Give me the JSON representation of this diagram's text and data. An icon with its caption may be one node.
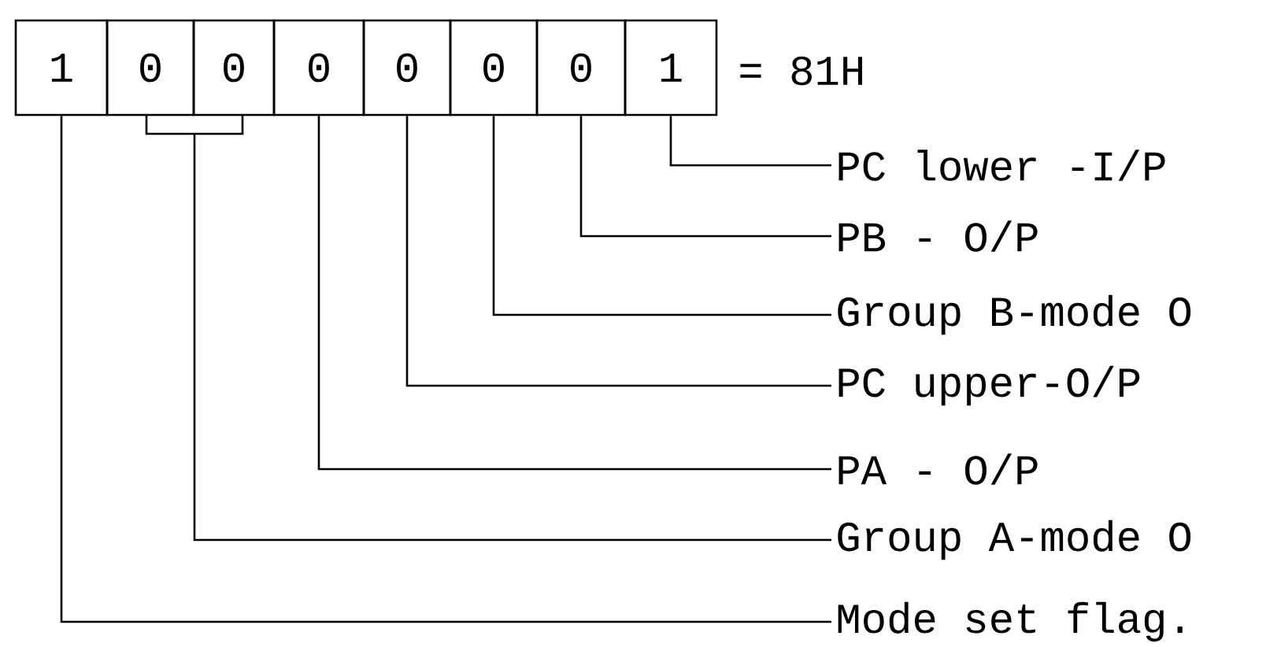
{
  "diagram": {
    "nodes": [
      {
        "text": [
          "1"
        ]
      },
      {
        "text": [
          "0"
        ]
      },
      {
        "text": [
          "0"
        ]
      },
      {
        "text": [
          "0"
        ]
      },
      {
        "text": [
          "0"
        ]
      },
      {
        "text": [
          "0"
        ]
      },
      {
        "text": [
          "0"
        ]
      },
      {
        "text": [
          "1"
        ]
      },
      {
        "text": [
          "PC lower -I/P"
        ]
      },
      {
        "text": [
          "PB - O/P"
        ]
      },
      {
        "text": [
          "Group B-mode O"
        ]
      },
      {
        "text": [
          "PC upper-O/P"
        ]
      },
      {
        "text": [
          "PA - O/P"
        ]
      },
      {
        "text": [
          "Group A-mode O"
        ]
      },
      {
        "text": [
          "Mode set flag."
        ]
      }
    ],
    "edges": [
      {
        "from": 8,
        "to": 7,
        "arrow": "none"
      },
      {
        "from": 9,
        "to": 6,
        "arrow": "none"
      },
      {
        "from": 10,
        "to": 5,
        "arrow": "none"
      },
      {
        "from": 11,
        "to": 4,
        "arrow": "none"
      },
      {
        "from": 12,
        "to": 3,
        "arrow": "none"
      },
      {
        "from": 13,
        "to": 2,
        "arrow": "none"
      },
      {
        "from": 13,
        "to": 1,
        "arrow": "none"
      },
      {
        "from": 14,
        "to": 0,
        "arrow": "none"
      }
    ],
    "labels": [
      "= 81H"
    ]
  }
}
